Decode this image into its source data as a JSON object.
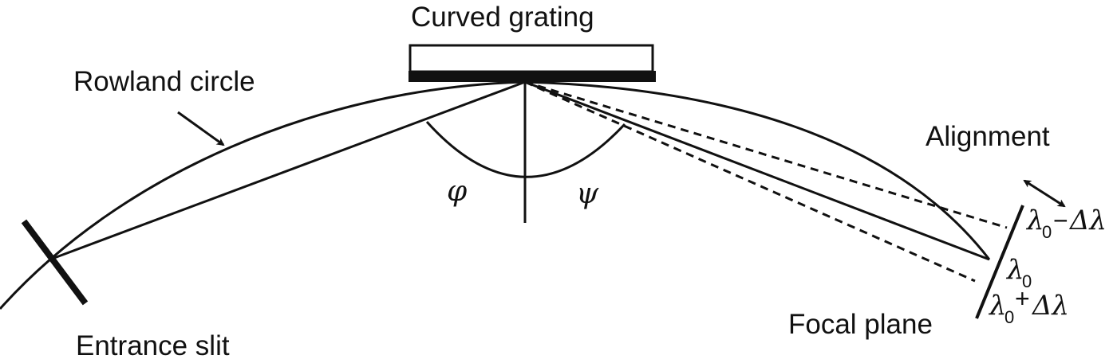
{
  "labels": {
    "grating": "Curved grating",
    "rowland": "Rowland circle",
    "slit": "Entrance slit",
    "alignment": "Alignment",
    "focal": "Focal plane"
  },
  "angles": {
    "incidence": "φ",
    "diffraction": "ψ"
  },
  "wavelengths": {
    "symbol": "λ",
    "sub": "0",
    "delta": "Δλ",
    "minus": "−",
    "plus": "+"
  },
  "colors": {
    "ink": "#111111",
    "background": "#ffffff"
  }
}
